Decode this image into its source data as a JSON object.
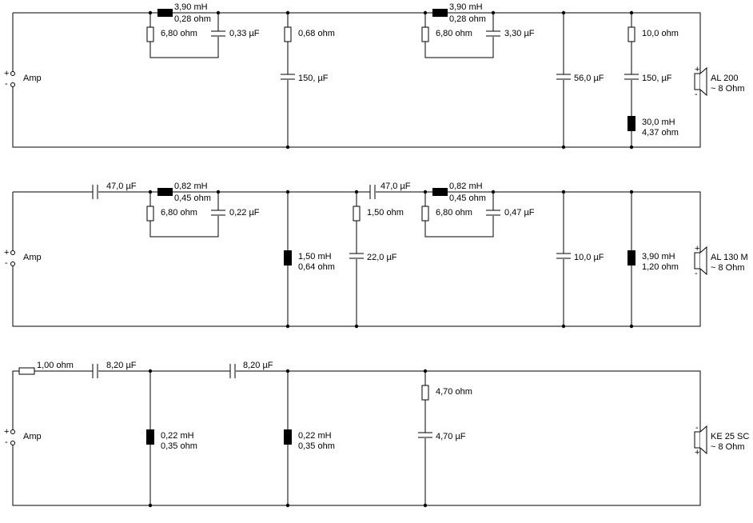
{
  "circuits": [
    {
      "id": "tweeter",
      "amp_label": "Amp",
      "plus_sign": "+",
      "minus_sign": "-",
      "speaker": {
        "name": "AL 200",
        "impedance": "~ 8 Ohm",
        "polarity_top": "+",
        "polarity_bottom": "-"
      },
      "parts": {
        "l1_value": "3,90 mH",
        "l1_dcr": "0,28 ohm",
        "r1": "6,80 ohm",
        "c1": "0,33 µF",
        "r2": "0,68 ohm",
        "c2": "150, µF",
        "l2_value": "3,90 mH",
        "l2_dcr": "0,28 ohm",
        "r3": "6,80 ohm",
        "c3": "3,30 µF",
        "c4": "56,0 µF",
        "r4": "10,0 ohm",
        "c5": "150, µF",
        "l3_value": "30,0 mH",
        "l3_dcr": "4,37 ohm"
      }
    },
    {
      "id": "midrange",
      "amp_label": "Amp",
      "plus_sign": "+",
      "minus_sign": "-",
      "speaker": {
        "name": "AL 130 M",
        "impedance": "~ 8 Ohm",
        "polarity_top": "+",
        "polarity_bottom": "-"
      },
      "parts": {
        "c1": "47,0 µF",
        "l1_value": "0,82 mH",
        "l1_dcr": "0,45 ohm",
        "r1": "6,80 ohm",
        "c2": "0,22 µF",
        "l2_value": "1,50 mH",
        "l2_dcr": "0,64 ohm",
        "r2": "1,50 ohm",
        "c3": "22,0 µF",
        "c4": "47,0 µF",
        "l3_value": "0,82 mH",
        "l3_dcr": "0,45 ohm",
        "r3": "6,80 ohm",
        "c5": "0,47 µF",
        "c6": "10,0 µF",
        "l4_value": "3,90 mH",
        "l4_dcr": "1,20 ohm"
      }
    },
    {
      "id": "woofer",
      "amp_label": "Amp",
      "plus_sign": "+",
      "minus_sign": "-",
      "speaker": {
        "name": "KE 25 SC",
        "impedance": "~ 8 Ohm",
        "polarity_top": "-",
        "polarity_bottom": "+"
      },
      "parts": {
        "r1": "1,00 ohm",
        "c1": "8,20 µF",
        "c2": "8,20 µF",
        "l1_value": "0,22 mH",
        "l1_dcr": "0,35 ohm",
        "l2_value": "0,22 mH",
        "l2_dcr": "0,35 ohm",
        "r2": "4,70 ohm",
        "c3": "4,70 µF"
      }
    }
  ]
}
